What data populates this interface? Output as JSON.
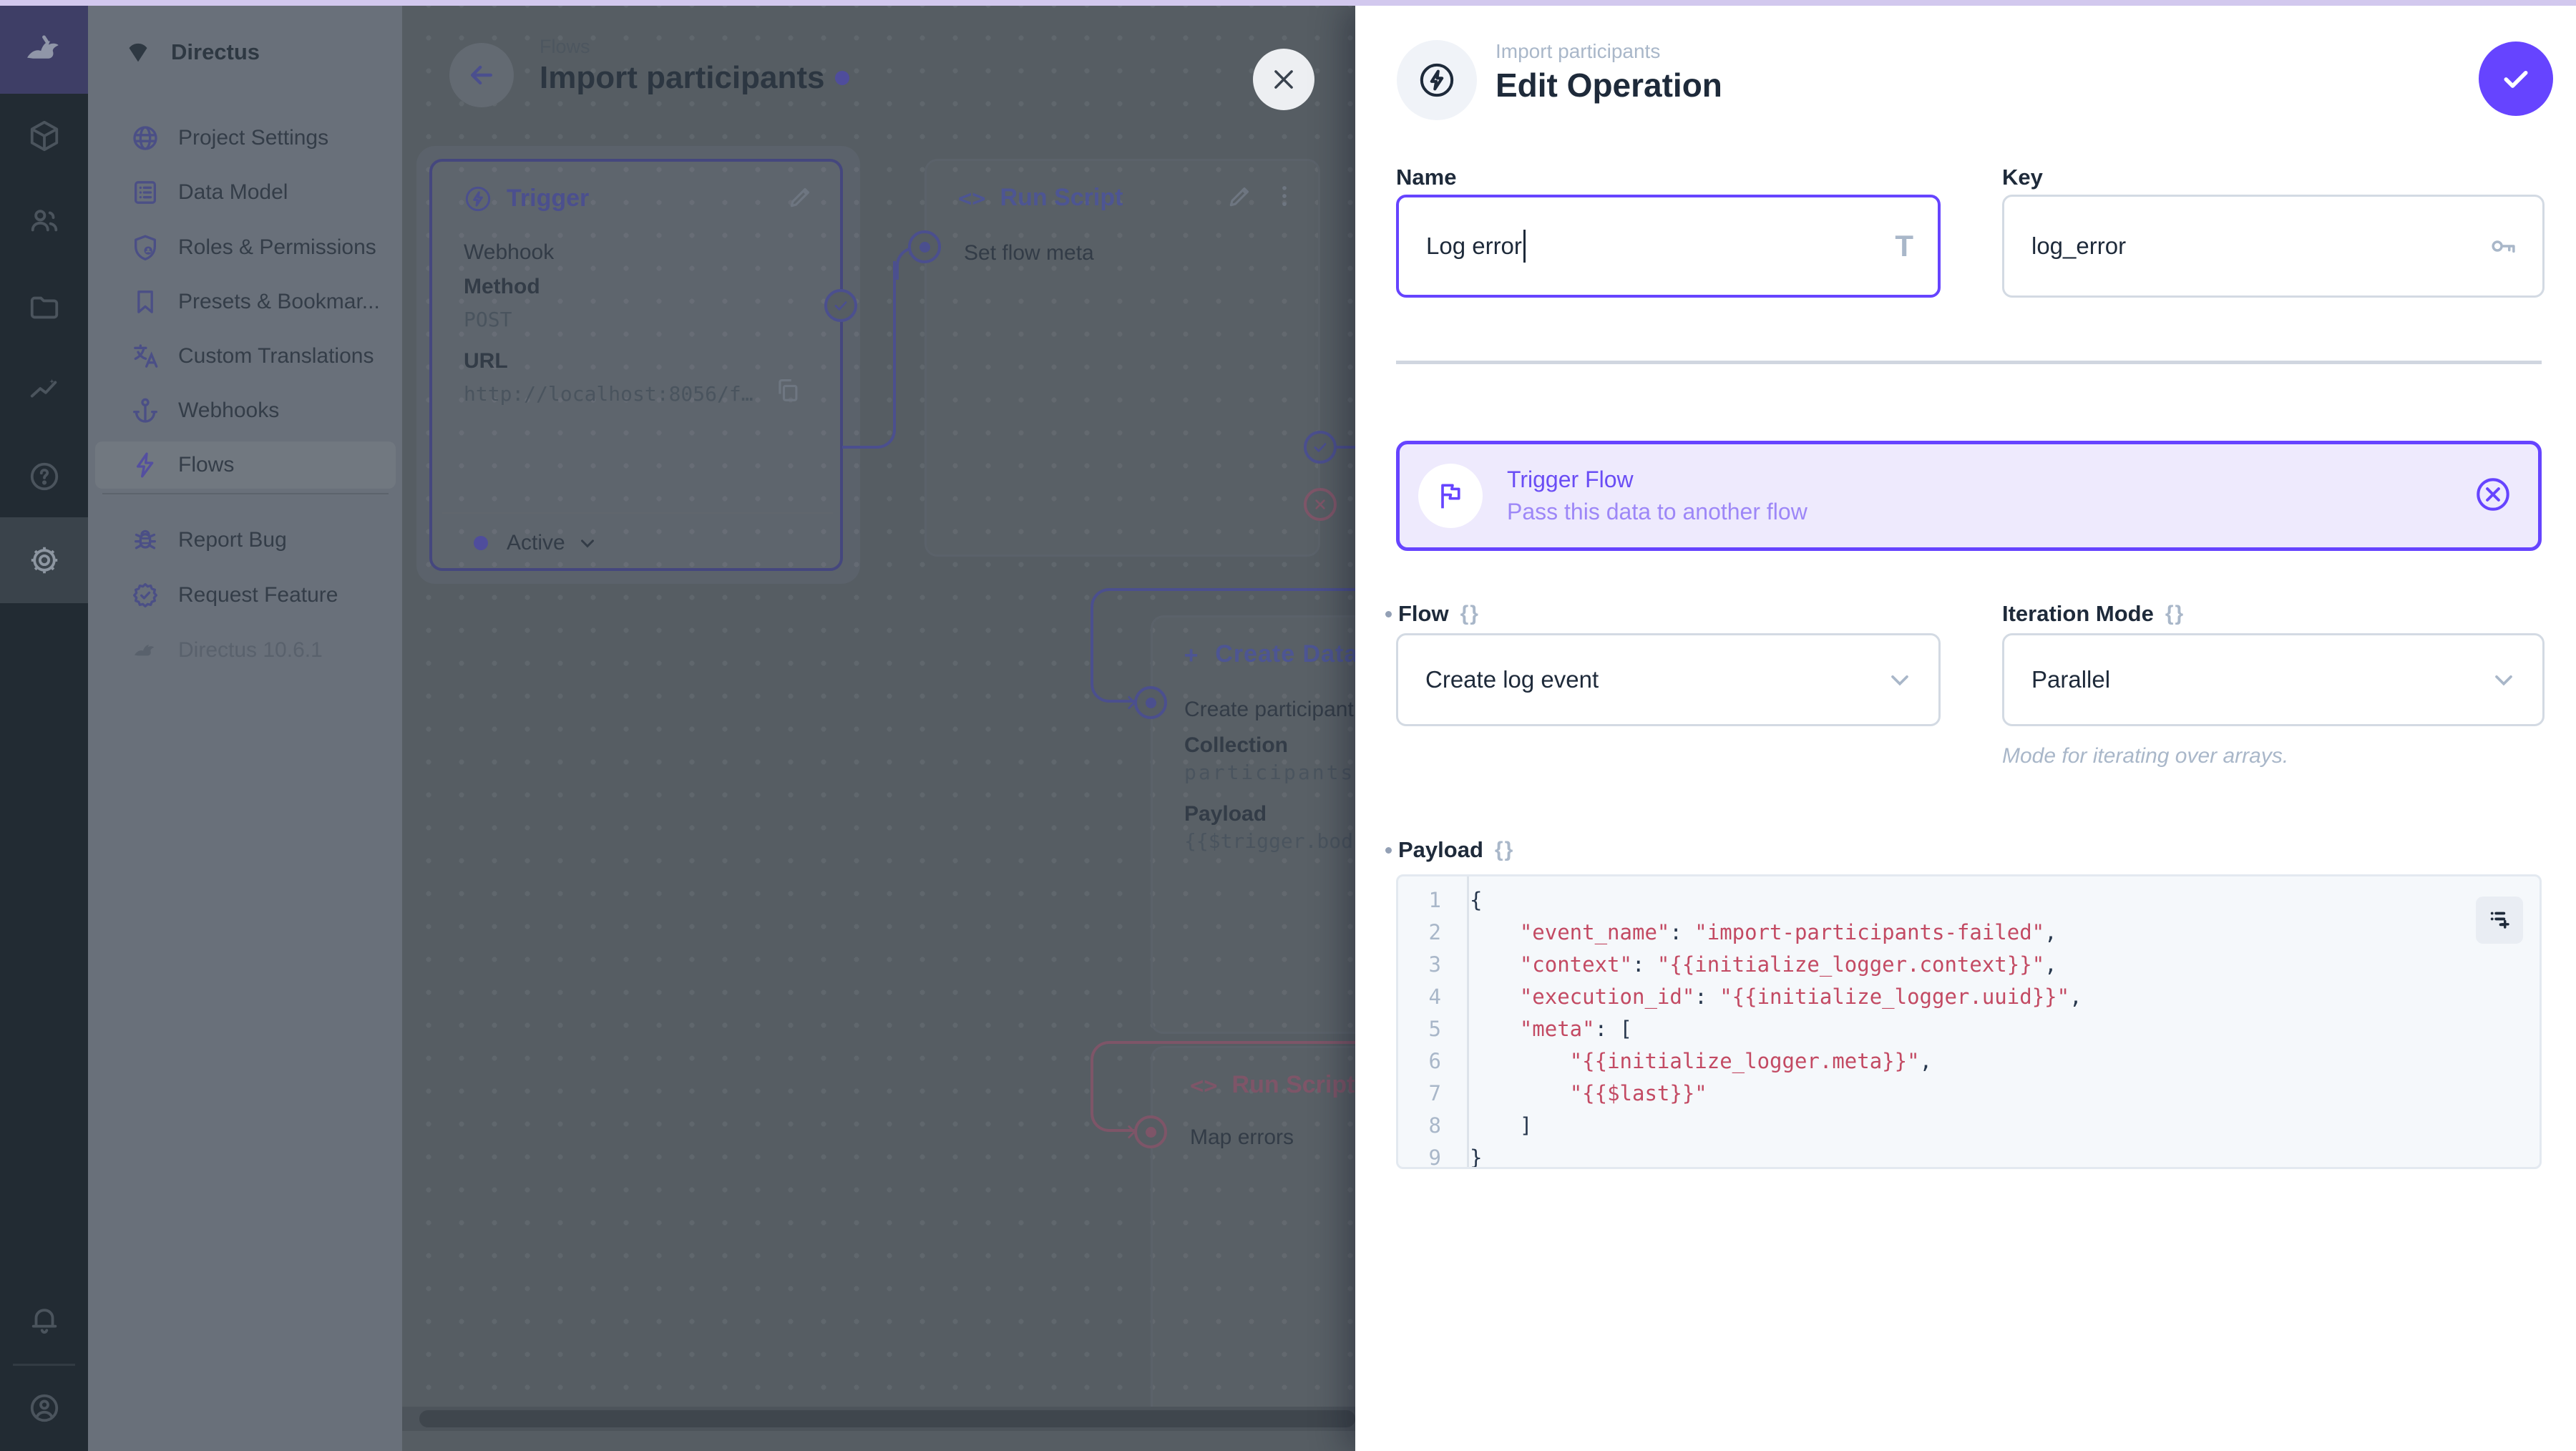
{
  "accent": "#6644ff",
  "top_bar_color": "#d2c8ee",
  "module_bar": {
    "icons": [
      "collections-cube",
      "users",
      "files-folder",
      "insights-chart",
      "help",
      "settings-gear",
      "notifications-bell",
      "user-avatar"
    ]
  },
  "sidebar": {
    "project_name": "Directus",
    "items": [
      {
        "label": "Project Settings",
        "icon": "globe"
      },
      {
        "label": "Data Model",
        "icon": "list"
      },
      {
        "label": "Roles & Permissions",
        "icon": "shield"
      },
      {
        "label": "Presets & Bookmar...",
        "icon": "bookmark"
      },
      {
        "label": "Custom Translations",
        "icon": "translate"
      },
      {
        "label": "Webhooks",
        "icon": "anchor"
      },
      {
        "label": "Flows",
        "icon": "bolt",
        "active": true
      }
    ],
    "footer_items": [
      {
        "label": "Report Bug",
        "icon": "bug"
      },
      {
        "label": "Request Feature",
        "icon": "seal-check"
      }
    ],
    "version": "Directus 10.6.1"
  },
  "canvas": {
    "breadcrumb": "Flows",
    "title": "Import participants",
    "nodes": {
      "trigger": {
        "title": "Trigger",
        "type_label": "Webhook",
        "method_label": "Method",
        "method": "POST",
        "url_label": "URL",
        "url": "http://localhost:8056/f…",
        "status": "Active"
      },
      "run_script": {
        "title": "Run Script",
        "name": "Set flow meta"
      },
      "create_data": {
        "title": "Create Data",
        "name": "Create participant",
        "collection_label": "Collection",
        "collection": "participants",
        "payload_label": "Payload",
        "payload_preview": "{{$trigger.bod"
      },
      "map_errors": {
        "title": "Run Script",
        "name": "Map errors"
      }
    }
  },
  "drawer": {
    "breadcrumb": "Import participants",
    "title": "Edit Operation",
    "banner": {
      "title": "Trigger Flow",
      "subtitle": "Pass this data to another flow"
    },
    "fields": {
      "name": {
        "label": "Name",
        "value": "Log error"
      },
      "key": {
        "label": "Key",
        "value": "log_error"
      },
      "flow": {
        "label": "Flow",
        "value": "Create log event"
      },
      "iteration_mode": {
        "label": "Iteration Mode",
        "value": "Parallel",
        "note": "Mode for iterating over arrays."
      },
      "payload": {
        "label": "Payload"
      }
    },
    "payload": {
      "lines": [
        [
          {
            "t": "{",
            "c": "p"
          }
        ],
        [
          {
            "t": "    ",
            "c": "p"
          },
          {
            "t": "\"event_name\"",
            "c": "s"
          },
          {
            "t": ": ",
            "c": "p"
          },
          {
            "t": "\"import-participants-failed\"",
            "c": "s"
          },
          {
            "t": ",",
            "c": "p"
          }
        ],
        [
          {
            "t": "    ",
            "c": "p"
          },
          {
            "t": "\"context\"",
            "c": "s"
          },
          {
            "t": ": ",
            "c": "p"
          },
          {
            "t": "\"{{initialize_logger.context}}\"",
            "c": "s"
          },
          {
            "t": ",",
            "c": "p"
          }
        ],
        [
          {
            "t": "    ",
            "c": "p"
          },
          {
            "t": "\"execution_id\"",
            "c": "s"
          },
          {
            "t": ": ",
            "c": "p"
          },
          {
            "t": "\"{{initialize_logger.uuid}}\"",
            "c": "s"
          },
          {
            "t": ",",
            "c": "p"
          }
        ],
        [
          {
            "t": "    ",
            "c": "p"
          },
          {
            "t": "\"meta\"",
            "c": "s"
          },
          {
            "t": ": ",
            "c": "p"
          },
          {
            "t": "[",
            "c": "p"
          }
        ],
        [
          {
            "t": "        ",
            "c": "p"
          },
          {
            "t": "\"{{initialize_logger.meta}}\"",
            "c": "s"
          },
          {
            "t": ",",
            "c": "p"
          }
        ],
        [
          {
            "t": "        ",
            "c": "p"
          },
          {
            "t": "\"{{$last}}\"",
            "c": "s"
          }
        ],
        [
          {
            "t": "    ",
            "c": "p"
          },
          {
            "t": "]",
            "c": "p"
          }
        ],
        [
          {
            "t": "}",
            "c": "p"
          }
        ]
      ]
    }
  }
}
